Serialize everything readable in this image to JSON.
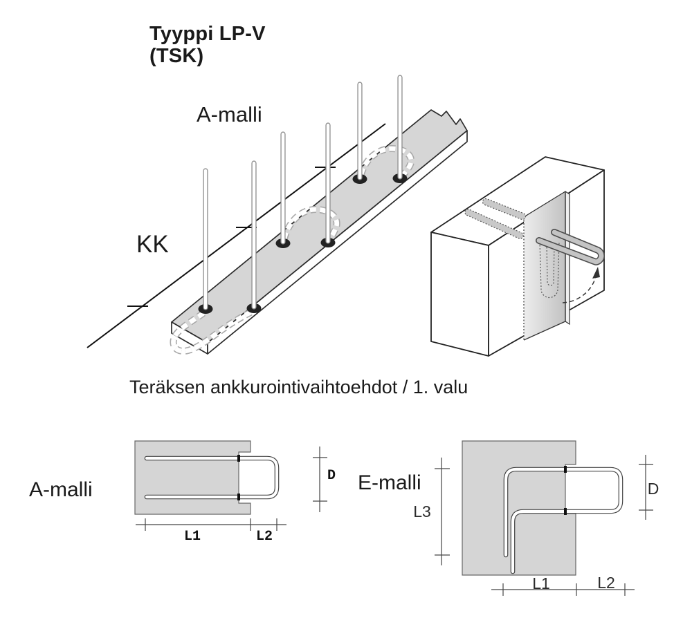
{
  "header": {
    "title_line1": "Tyyppi LP-V",
    "title_line2": "(TSK)"
  },
  "iso_diagram": {
    "model_label": "A-malli",
    "spacing_label": "KK"
  },
  "caption": "Teräksen ankkurointivaihtoehdot / 1. valu",
  "a_model": {
    "label": "A-malli",
    "dim_l1": "L1",
    "dim_l2": "L2",
    "dim_d": "D"
  },
  "e_model": {
    "label": "E-malli",
    "dim_l1": "L1",
    "dim_l2": "L2",
    "dim_l3": "L3",
    "dim_d": "D"
  },
  "colors": {
    "plate_gray": "#d5d5d5",
    "steel_gray": "#c4c4c4",
    "edge_light": "#f0f0f0",
    "line_black": "#1a1a1a"
  }
}
